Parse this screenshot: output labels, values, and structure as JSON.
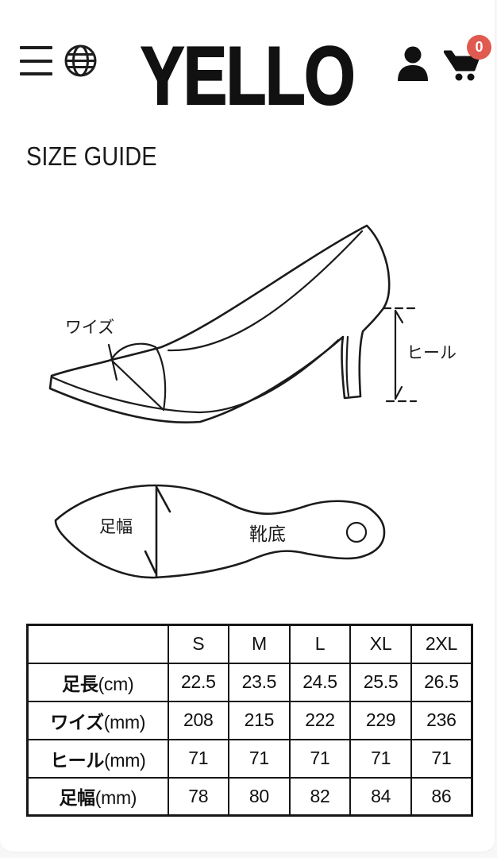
{
  "header": {
    "brand": "YELLO",
    "cart_badge": "0"
  },
  "page": {
    "title": "SIZE GUIDE"
  },
  "side_diagram": {
    "width_label": "ワイズ",
    "heel_label": "ヒール"
  },
  "sole_diagram": {
    "foot_width_label": "足幅",
    "sole_label": "靴底"
  },
  "size_table": {
    "columns": [
      "",
      "S",
      "M",
      "L",
      "XL",
      "2XL"
    ],
    "rows": [
      {
        "label": "足長",
        "unit": "(cm)",
        "values": [
          "22.5",
          "23.5",
          "24.5",
          "25.5",
          "26.5"
        ]
      },
      {
        "label": "ワイズ",
        "unit": "(mm)",
        "values": [
          "208",
          "215",
          "222",
          "229",
          "236"
        ]
      },
      {
        "label": "ヒール",
        "unit": "(mm)",
        "values": [
          "71",
          "71",
          "71",
          "71",
          "71"
        ]
      },
      {
        "label": "足幅",
        "unit": "(mm)",
        "values": [
          "78",
          "80",
          "82",
          "84",
          "86"
        ]
      }
    ]
  },
  "colors": {
    "badge": "#e05a50",
    "ink": "#161616"
  }
}
